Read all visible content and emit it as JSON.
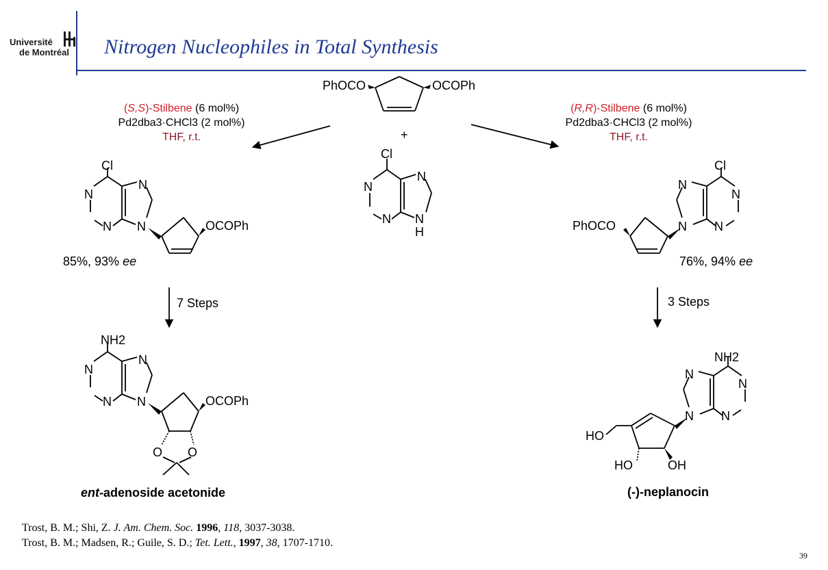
{
  "header": {
    "logo_line1": "Université",
    "logo_line2": "de Montréal",
    "title": "Nitrogen Nucleophiles in Total Synthesis",
    "accent_color": "#1f3a93"
  },
  "reactant": {
    "left_group": "PhOCO",
    "right_group": "OCOPh",
    "plus": "+",
    "purine_cl": "Cl",
    "n1": "N",
    "n3": "N",
    "n7": "N",
    "n9": "N",
    "h": "H"
  },
  "left_conditions": {
    "open": "(",
    "ligand_stereo": "S,S",
    "ligand": ")-Stilbene",
    "ligand_load": " (6 mol%)",
    "catalyst": "Pd2dba3·CHCl3 (2 mol%)",
    "solvent": "THF, r.t."
  },
  "right_conditions": {
    "open": "(",
    "ligand_stereo": "R,R",
    "ligand": ")-Stilbene",
    "ligand_load": " (6 mol%)",
    "catalyst": "Pd2dba3·CHCl3 (2 mol%)",
    "solvent": "THF, r.t."
  },
  "left_product": {
    "cl": "Cl",
    "n": "N",
    "ester": "OCOPh",
    "yield": "85%, 93% ",
    "ee": "ee"
  },
  "right_product": {
    "cl": "Cl",
    "n": "N",
    "ester": "PhOCO",
    "yield": "76%, 94% ",
    "ee": "ee"
  },
  "left_steps": "7 Steps",
  "right_steps": "3 Steps",
  "left_final": {
    "nh2": "NH2",
    "n": "N",
    "ester": "OCOPh",
    "o": "O",
    "name_prefix": "ent",
    "name_rest": "-adenoside acetonide"
  },
  "right_final": {
    "nh2": "NH2",
    "n": "N",
    "ho": "HO",
    "oh": "OH",
    "name": "(-)-neplanocin"
  },
  "references": [
    {
      "authors": "Trost, B. M.; Shi, Z. ",
      "journal": "J. Am. Chem. Soc.",
      "year": "1996",
      "volume": "118",
      "pages": ", 3037-3038."
    },
    {
      "authors": "Trost, B. M.; Madsen, R.; Guile, S. D.; ",
      "journal": "Tet. Lett.",
      "year": "1997",
      "volume": "38",
      "pages": ", 1707-1710."
    }
  ],
  "page_number": "39"
}
